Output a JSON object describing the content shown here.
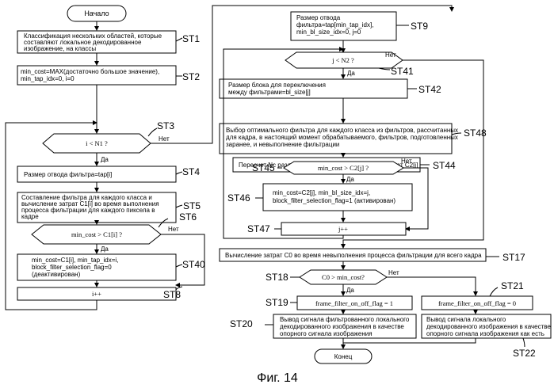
{
  "caption": "Фиг. 14",
  "yes": "Да",
  "no": "Нет",
  "left": {
    "start": "Начало",
    "st1": [
      "Классификация нескольких областей, которые",
      "составляют локальное декодированное",
      "изображение, на классы"
    ],
    "st2": [
      "min_cost=MAX(достаточно большое значение),",
      "min_tap_idx=0, i=0"
    ],
    "st3": "i < N1 ?",
    "st4": "Размер отвода фильтра=tap[i]",
    "st5": [
      "Составление фильтра для каждого класса и",
      "вычисление затрат C1[i] во время выполнения",
      "процесса фильтрации для каждого пиксела в",
      "кадре"
    ],
    "st6": "min_cost > C1[i] ?",
    "st40": [
      "min_cost=C1[i], min_tap_idx=i,",
      "block_filter_selection_flag=0",
      "(деактивирован)"
    ],
    "st8": "i++"
  },
  "right": {
    "st9": [
      "Размер отвода",
      "фильтра=tap[min_tap_idx],",
      "min_bl_size_idx=0, j=0"
    ],
    "st41": "j < N2 ?",
    "st42": [
      "Размер блока для переключения",
      "между фильтрами=bl_size[j]"
    ],
    "st48": [
      "Выбор оптимального фильтра для каждого класса из фильтров, рассчитанных",
      "для кадра, в настоящий момент обрабатываемого, фильтров, подготовленных",
      "заранее, и невыполнение фильтрации"
    ],
    "st44": "Пересчет Nc различных фильтров и вычисление затрат C2[j]",
    "st45": "min_cost > C2[j] ?",
    "st46": [
      "min_cost=C2[j], min_bl_size_idx=j,",
      "block_filter_selection_flag=1 (активирован)"
    ],
    "st47": "j++",
    "st17": "Вычисление затрат C0 во время невыполнения процесса фильтрации для всего кадра",
    "st18": "C0 > min_cost?",
    "st19": "frame_filter_on_off_flag = 1",
    "st21": "frame_filter_on_off_flag = 0",
    "st20": [
      "Вывод сигнала фильтрованного локального",
      "декодированного изображения в качестве",
      "опорного сигнала изображения"
    ],
    "st22": [
      "Вывод сигнала локального",
      "декодированного изображения в качестве",
      "опорного сигнала изображения как есть"
    ],
    "end": "Конец"
  },
  "labels": {
    "st1": "ST1",
    "st2": "ST2",
    "st3": "ST3",
    "st4": "ST4",
    "st5": "ST5",
    "st6": "ST6",
    "st40": "ST40",
    "st8": "ST8",
    "st9": "ST9",
    "st41": "ST41",
    "st42": "ST42",
    "st48": "ST48",
    "st44": "ST44",
    "st45": "ST45",
    "st46": "ST46",
    "st47": "ST47",
    "st17": "ST17",
    "st18": "ST18",
    "st19": "ST19",
    "st20": "ST20",
    "st21": "ST21",
    "st22": "ST22"
  }
}
